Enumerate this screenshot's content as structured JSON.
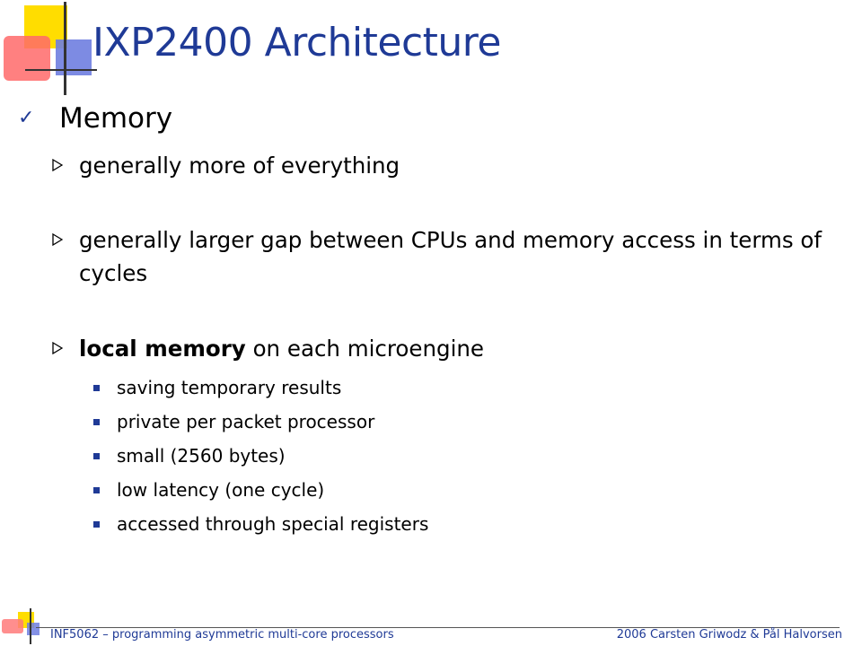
{
  "slide": {
    "title": "IXP2400 Architecture",
    "heading": "Memory",
    "bullets": [
      {
        "bold": "",
        "text": "generally more of everything"
      },
      {
        "bold": "",
        "text": "generally larger gap between CPUs and memory access in terms of cycles"
      },
      {
        "bold": "local memory",
        "text": " on each microengine"
      }
    ],
    "sub_bullets": [
      "saving temporary results",
      "private per packet processor",
      "small (2560 bytes)",
      "low latency (one cycle)",
      "accessed through special registers"
    ]
  },
  "footer": {
    "left": "INF5062 – programming asymmetric multi-core processors",
    "right": "2006  Carsten Griwodz & Pål Halvorsen"
  },
  "colors": {
    "title": "#1f3a96",
    "accent_yellow": "#ffdd00",
    "accent_red": "#ff6666",
    "accent_blue": "#5b6bd6",
    "bullet": "#1f3a96"
  }
}
